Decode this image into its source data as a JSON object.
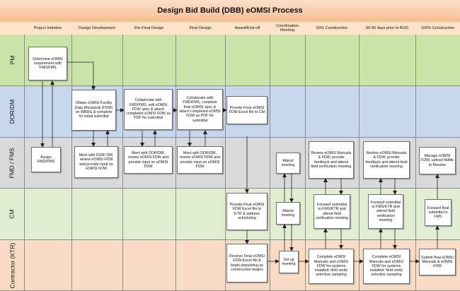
{
  "title": "Design Bid Build (DBB) eOMSI Process",
  "columns": [
    "Project Initiation",
    "Design Development",
    "Pre-Final Design",
    "Final Design",
    "Award/Kick-off",
    "Coordination Meeting",
    "50% Construction",
    "60-90 days prior to BOD",
    "100% Construction"
  ],
  "lanes": [
    {
      "label": "PM",
      "color": "#c9e3a8"
    },
    {
      "label": "DOR/DM",
      "color": "#c6d7ee"
    },
    {
      "label": "FMD / FMS",
      "color": "#d9d9d9"
    },
    {
      "label": "CM",
      "color": "#e0edd1"
    },
    {
      "label": "Contractor (KTR)",
      "color": "#f8dcc3"
    }
  ],
  "tasks": {
    "determine": "Determine eOMSI requirement with FMD/FMS",
    "assign": "Assign FMD/FMS",
    "obtain": "Obtain eOMSI Facility Data Workbook (FDW) on WBDG & complete for initial submittal",
    "meet1": "Meet with DOR/ DM, review eOMSI FDW and provide input on eOMSI FDW",
    "collab1": "Collaborate with FMD/FMS, edit eOMSI FDW spec & attach completed eOMSI FDW as PDF for submittal",
    "meet2": "Meet with DOR/DM, review eOMSI FDW and provide input on eOMSI FDW",
    "collab2": "Collaborate with FMD/FMS, complete final eOMSI spec & attach completed eOMSI FDW as PDF for submittal",
    "meet3": "Meet with DOR/DM, review eOMSI FDW and provide input on eOMSI FDW",
    "provide_cm": "Provide Final eOMSI FDW Excel file to CM",
    "provide_ktr": "Provide Final eOMSI FDW Excel file to KTR & address scheduling",
    "receive": "Receive Final eOMSI FDW Excel file & begin populating as construction begins",
    "attend_fmd": "Attend meeting",
    "attend_cm": "Attend meeting",
    "setup": "Set up meeting",
    "review50": "Review eOMSI Manuals & FDW, provide feedback and attend field verification meeting",
    "forward50": "Forward submittal to FMS/KTR and attend field verification meeting",
    "complete50": "Complete eOMSI Manuals and eOMSI FDW for systems installed; field verify selective sampling",
    "review6090": "Review eOMSI Manuals & FDW, provide feedback and attend field verification meeting",
    "forward6090": "Forward submittal to FMS/KTR and attend field verification meeting",
    "complete6090": "Complete eOMSI Manuals and eOMSI FDW for systems installed; field verify selective sampling",
    "manage": "Manage eOMSI FDW, upload flatfile to Maximo",
    "forward100": "Forward final submittal to FMS",
    "submit100": "Submit final eOMSI Manuals & eOMSI FDW"
  }
}
